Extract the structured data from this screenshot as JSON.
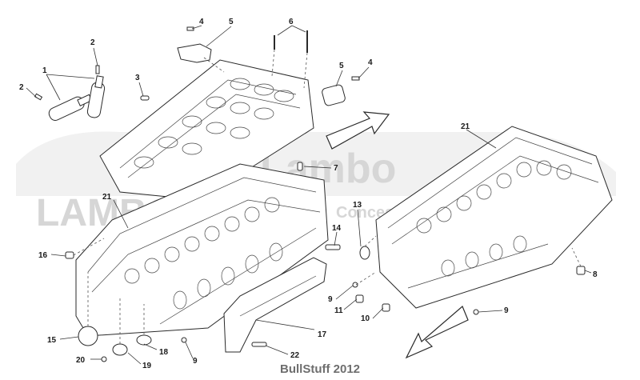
{
  "watermark": {
    "brand_line": "Lambo",
    "brand_line2": "LAMBORGHINI",
    "tag": "Concessionaire"
  },
  "caption": "BullStuff 2012",
  "callouts": {
    "c1": "1",
    "c2a": "2",
    "c2b": "2",
    "c3": "3",
    "c4a": "4",
    "c4b": "4",
    "c5a": "5",
    "c5b": "5",
    "c6": "6",
    "c7": "7",
    "c8": "8",
    "c9a": "9",
    "c9b": "9",
    "c9c": "9",
    "c10": "10",
    "c11": "11",
    "c13": "13",
    "c14": "14",
    "c15": "15",
    "c16": "16",
    "c17": "17",
    "c18": "18",
    "c19": "19",
    "c20": "20",
    "c21a": "21",
    "c21b": "21",
    "c22": "22"
  }
}
